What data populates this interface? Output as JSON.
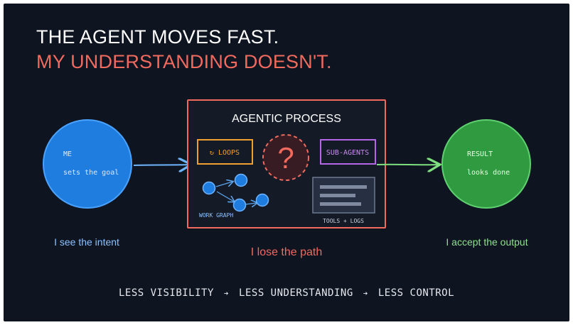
{
  "title": {
    "line1": "THE AGENT MOVES FAST.",
    "line2": "MY UNDERSTANDING DOESN'T."
  },
  "me": {
    "label": "ME",
    "sub": "sets the goal",
    "caption": "I see the intent"
  },
  "process": {
    "title": "AGENTIC PROCESS",
    "loops": "↻ LOOPS",
    "question": "?",
    "subagents": "SUB-AGENTS",
    "workgraph": "WORK GRAPH",
    "tools": "TOOLS + LOGS",
    "caption": "I lose the path"
  },
  "result": {
    "label": "RESULT",
    "sub": "looks done",
    "caption": "I accept the output"
  },
  "footer": {
    "items": [
      "LESS VISIBILITY",
      "LESS UNDERSTANDING",
      "LESS CONTROL"
    ],
    "arrow": "➔"
  },
  "colors": {
    "background": "#0e1420",
    "blue": "#2a86e6",
    "green": "#2f9a3f",
    "red": "#f06a5e",
    "orange": "#f0a030",
    "purple": "#b466e6"
  }
}
